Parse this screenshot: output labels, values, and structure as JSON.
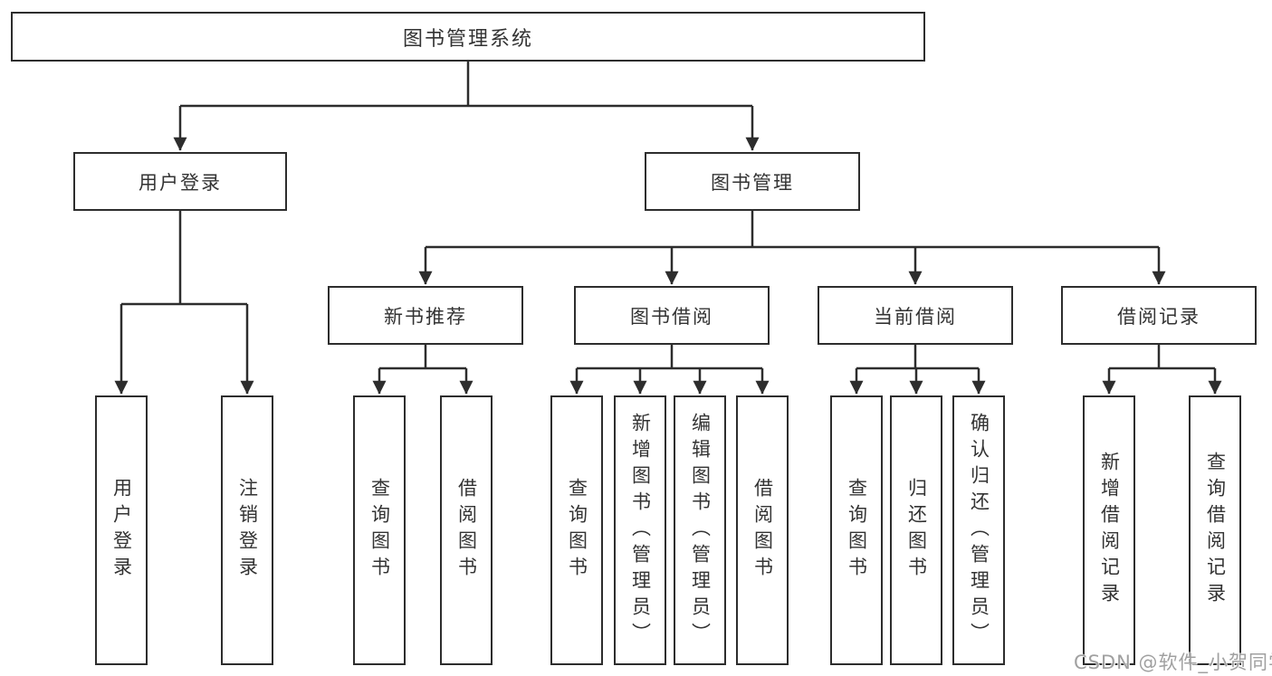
{
  "root": {
    "label": "图书管理系统"
  },
  "level2": [
    {
      "label": "用户登录",
      "children": [
        {
          "label": "用户登录"
        },
        {
          "label": "注销登录"
        }
      ]
    },
    {
      "label": "图书管理",
      "children": [
        {
          "label": "新书推荐",
          "children": [
            {
              "label": "查询图书"
            },
            {
              "label": "借阅图书"
            }
          ]
        },
        {
          "label": "图书借阅",
          "children": [
            {
              "label": "查询图书"
            },
            {
              "label": "新增图书（管理员）"
            },
            {
              "label": "编辑图书（管理员）"
            },
            {
              "label": "借阅图书"
            }
          ]
        },
        {
          "label": "当前借阅",
          "children": [
            {
              "label": "查询图书"
            },
            {
              "label": "归还图书"
            },
            {
              "label": "确认归还（管理员）"
            }
          ]
        },
        {
          "label": "借阅记录",
          "children": [
            {
              "label": "新增借阅记录"
            },
            {
              "label": "查询借阅记录"
            }
          ]
        }
      ]
    }
  ],
  "watermark": {
    "text": "CSDN @软件_小贺同学"
  },
  "colors": {
    "line": "#2d2d2d",
    "box_border": "#2d2d2d",
    "box_fill": "#ffffff",
    "text": "#333333",
    "watermark": "#9b9b9b"
  }
}
